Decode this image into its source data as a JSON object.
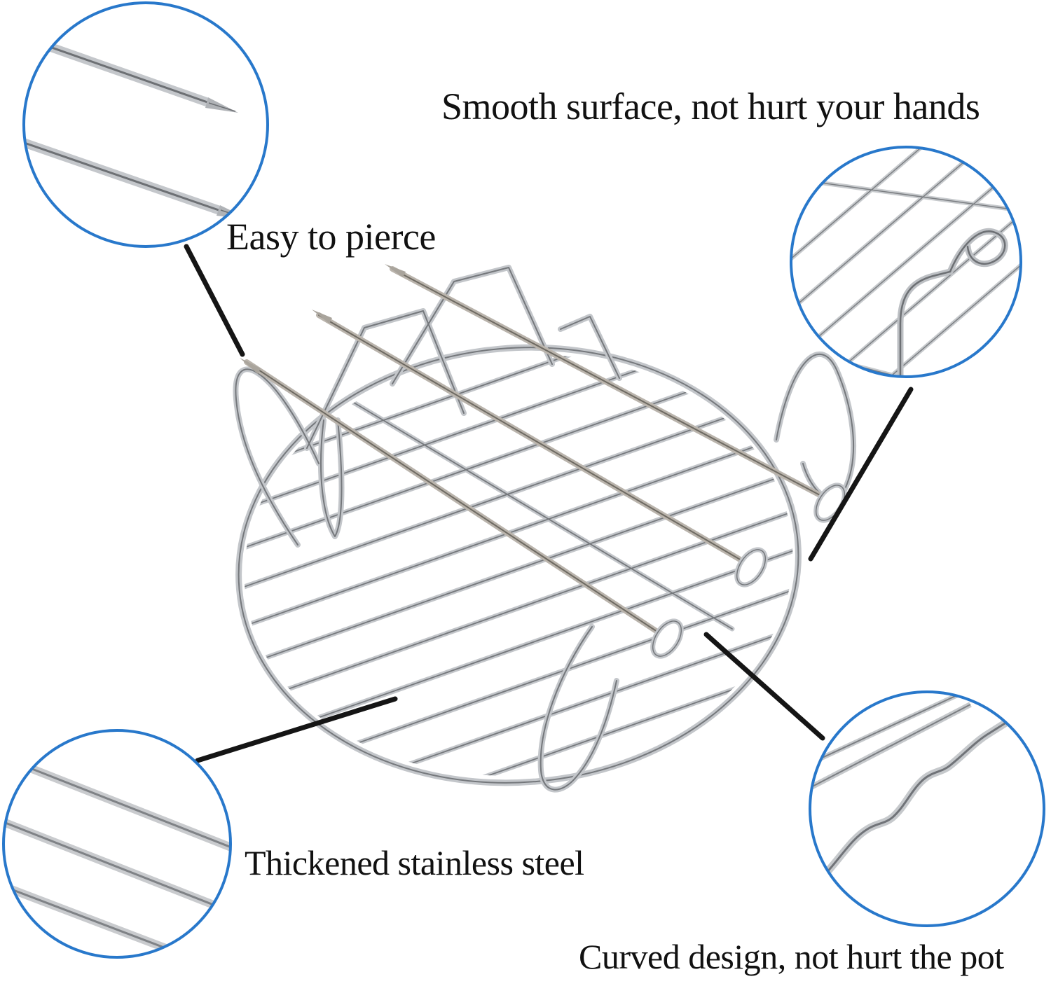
{
  "captions": {
    "smooth_surface": "Smooth surface, not hurt your hands",
    "easy_to_pierce": "Easy to pierce",
    "thickened_steel": "Thickened stainless steel",
    "curved_design": "Curved design, not hurt the pot"
  },
  "colors": {
    "background": "#ffffff",
    "accent_blue": "#2878cb",
    "text": "#111111",
    "annotation_line": "#151515",
    "metal_light": "#c3c6ca",
    "metal_dark": "#75787c",
    "skewer_light": "#bab4ac",
    "skewer_dark": "#6e6a62"
  },
  "callouts": [
    {
      "name": "skewer-tips-detail",
      "feature": "Easy to pierce"
    },
    {
      "name": "hook-handle-detail",
      "feature": "Smooth surface, not hurt your hands"
    },
    {
      "name": "thick-wire-detail",
      "feature": "Thickened stainless steel"
    },
    {
      "name": "wavy-wire-detail",
      "feature": "Curved design, not hurt the pot"
    }
  ]
}
